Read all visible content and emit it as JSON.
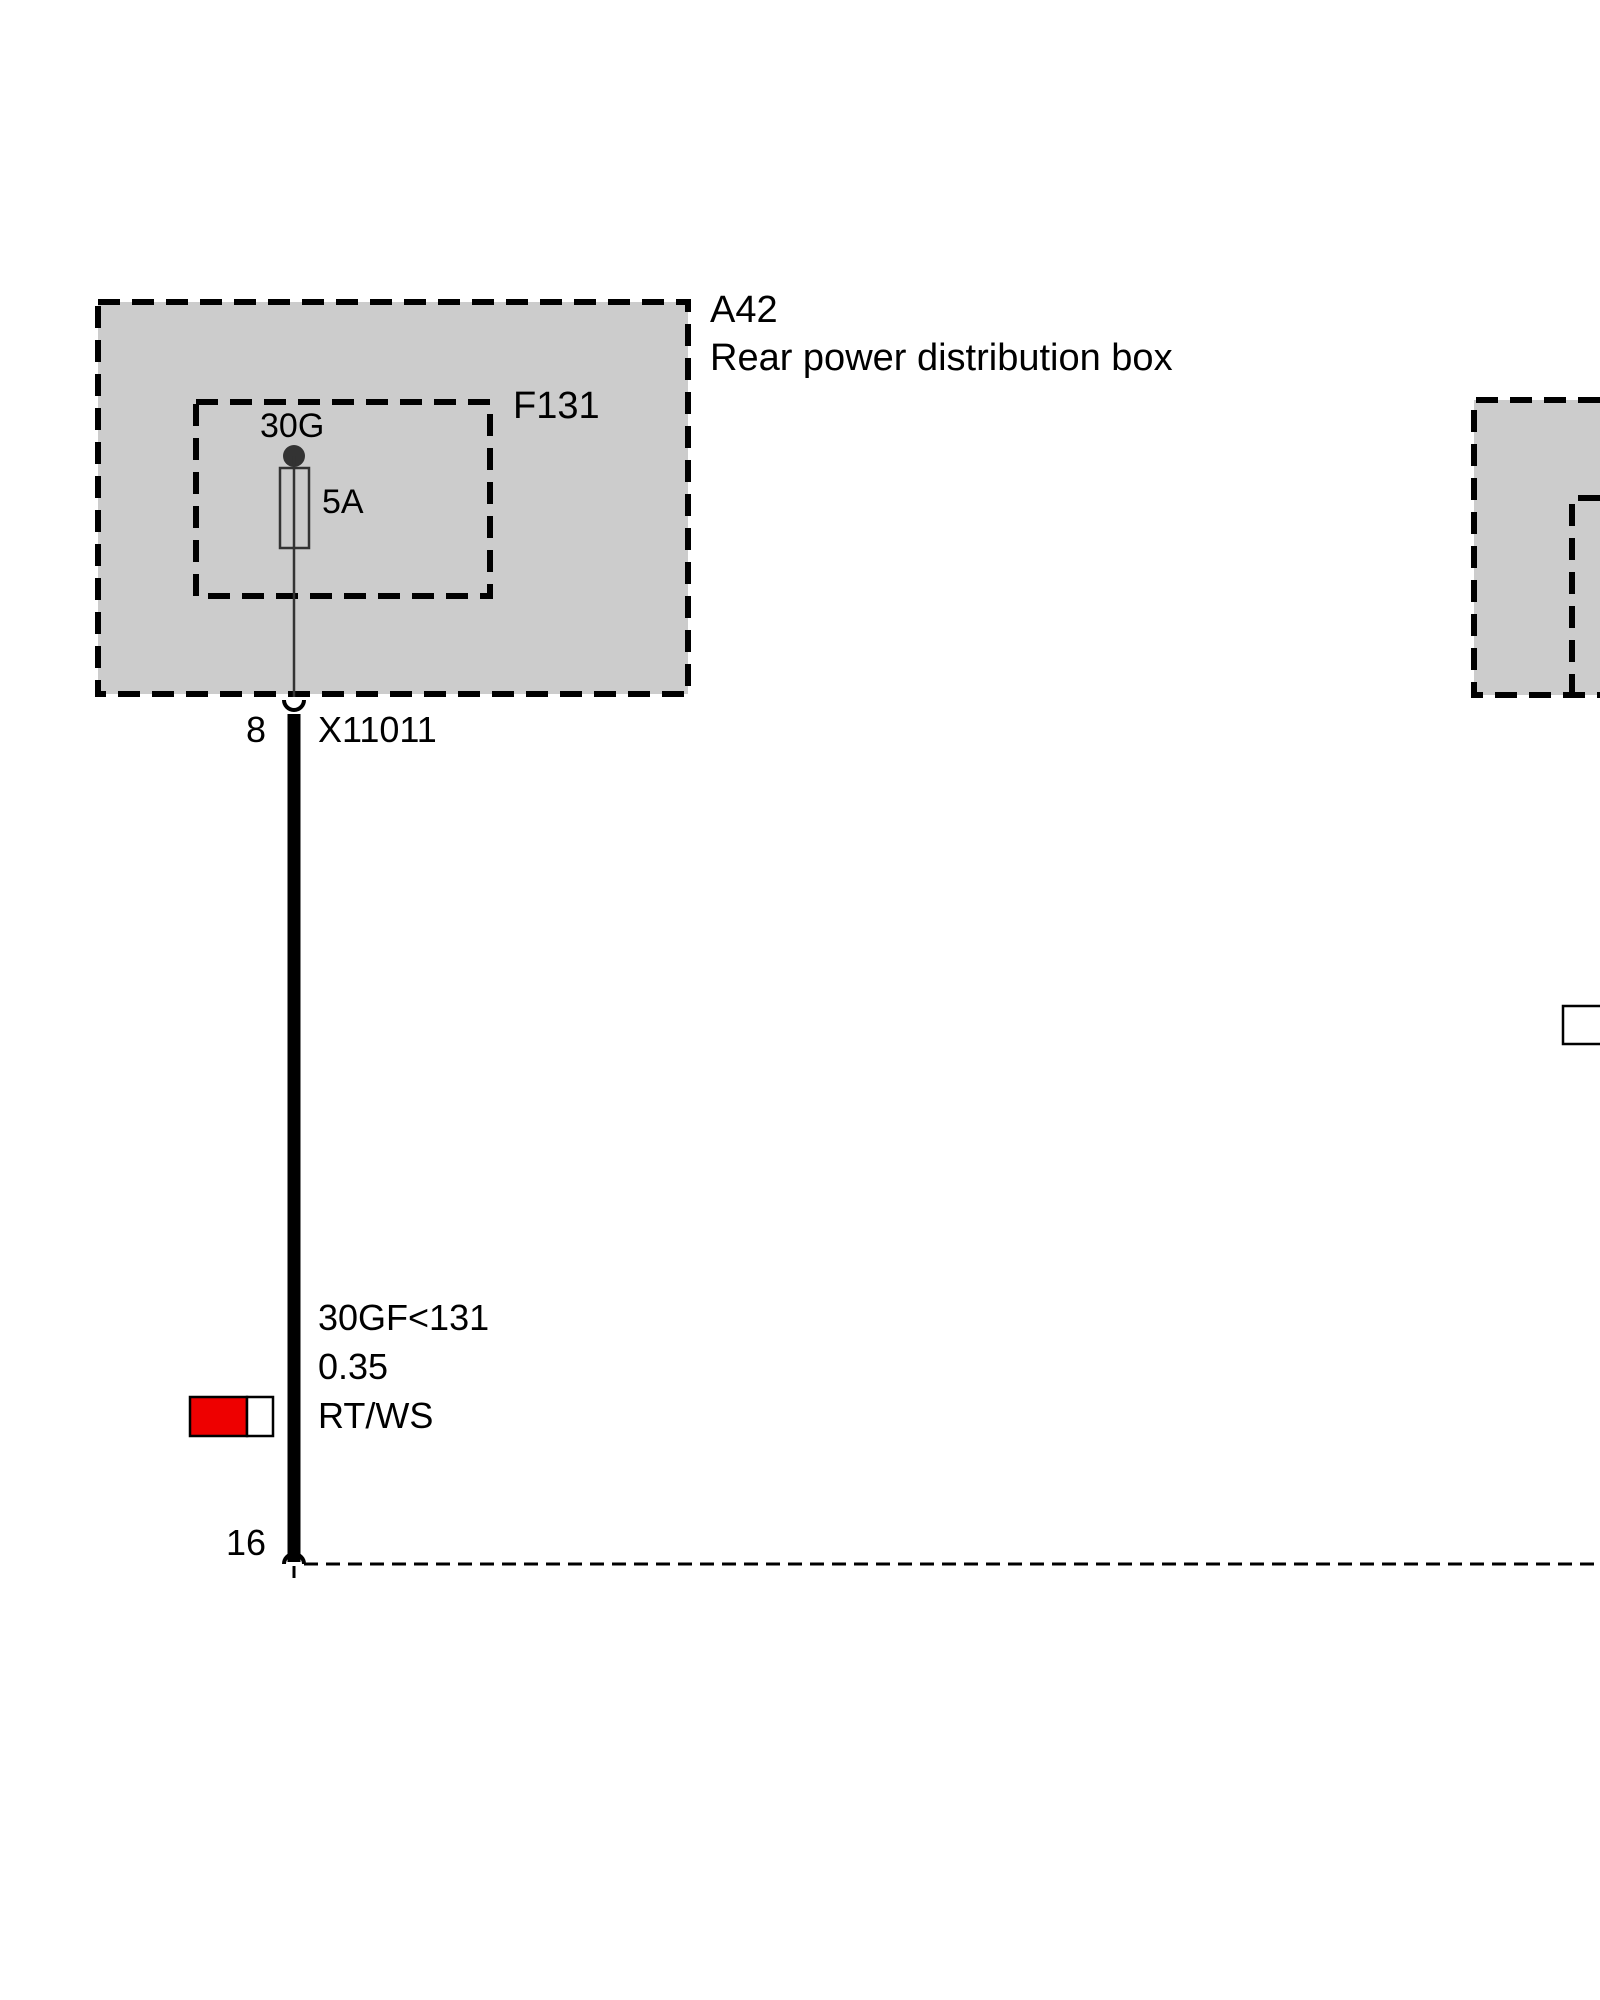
{
  "component": {
    "id": "A42",
    "description": "Rear power distribution box"
  },
  "fuse": {
    "id": "F131",
    "terminal": "30G",
    "rating": "5A"
  },
  "connector_top": {
    "pin": "8",
    "name": "X11011"
  },
  "wire": {
    "signal": "30GF<131",
    "cross_section": "0.35",
    "color_code": "RT/WS",
    "primary_color": "#ee0000",
    "secondary_color": "#ffffff"
  },
  "connector_bottom": {
    "pin": "16"
  },
  "colors": {
    "box_fill": "#cccccc",
    "line": "#000000"
  }
}
